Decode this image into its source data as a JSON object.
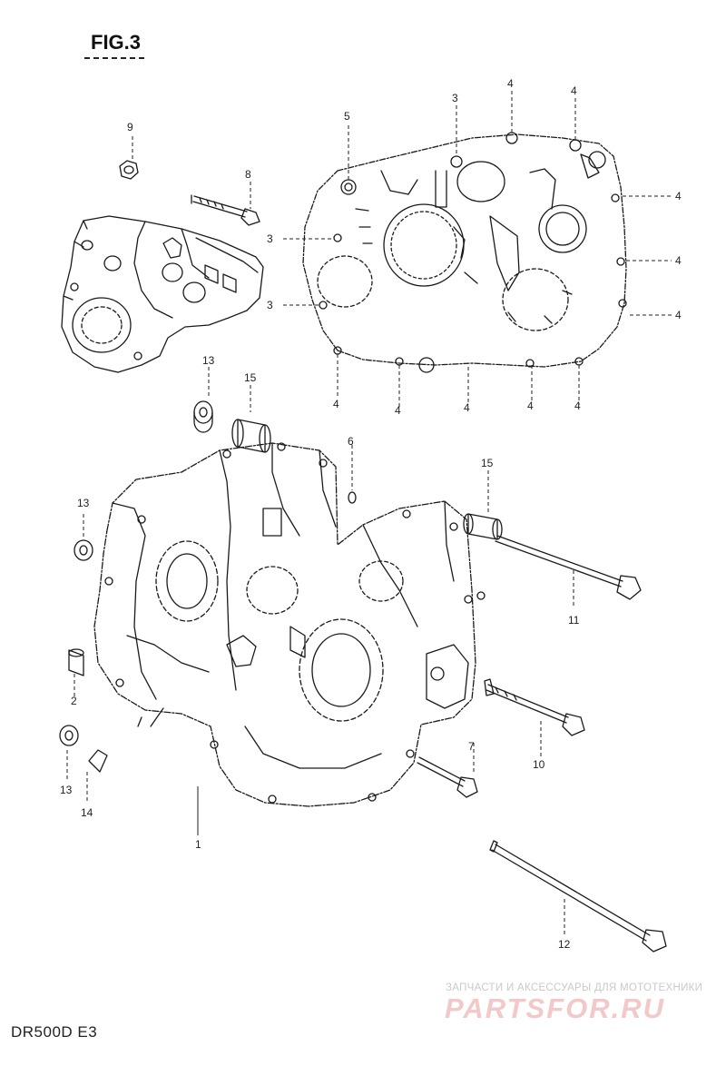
{
  "figure": {
    "title": "FIG.3",
    "model": "DR500D  E3"
  },
  "watermark": {
    "tagline": "ЗАПЧАСТИ И АКСЕССУАРЫ ДЛЯ МОТОТЕХНИКИ",
    "logo": "PARTSFOR.RU"
  },
  "callouts": [
    {
      "id": "c9",
      "text": "9"
    },
    {
      "id": "c8",
      "text": "8"
    },
    {
      "id": "c5",
      "text": "5"
    },
    {
      "id": "c3a",
      "text": "3"
    },
    {
      "id": "c4a",
      "text": "4"
    },
    {
      "id": "c4b",
      "text": "4"
    },
    {
      "id": "c4c",
      "text": "4"
    },
    {
      "id": "c3b",
      "text": "3"
    },
    {
      "id": "c3c",
      "text": "3"
    },
    {
      "id": "c4d",
      "text": "4"
    },
    {
      "id": "c4e",
      "text": "4"
    },
    {
      "id": "c4f",
      "text": "4"
    },
    {
      "id": "c4g",
      "text": "4"
    },
    {
      "id": "c4h",
      "text": "4"
    },
    {
      "id": "c4i",
      "text": "4"
    },
    {
      "id": "c4j",
      "text": "4"
    },
    {
      "id": "c13a",
      "text": "13"
    },
    {
      "id": "c15a",
      "text": "15"
    },
    {
      "id": "c6",
      "text": "6"
    },
    {
      "id": "c15b",
      "text": "15"
    },
    {
      "id": "c13b",
      "text": "13"
    },
    {
      "id": "c11",
      "text": "11"
    },
    {
      "id": "c2",
      "text": "2"
    },
    {
      "id": "c7",
      "text": "7"
    },
    {
      "id": "c10",
      "text": "10"
    },
    {
      "id": "c13c",
      "text": "13"
    },
    {
      "id": "c14",
      "text": "14"
    },
    {
      "id": "c1",
      "text": "1"
    },
    {
      "id": "c12",
      "text": "12"
    }
  ]
}
